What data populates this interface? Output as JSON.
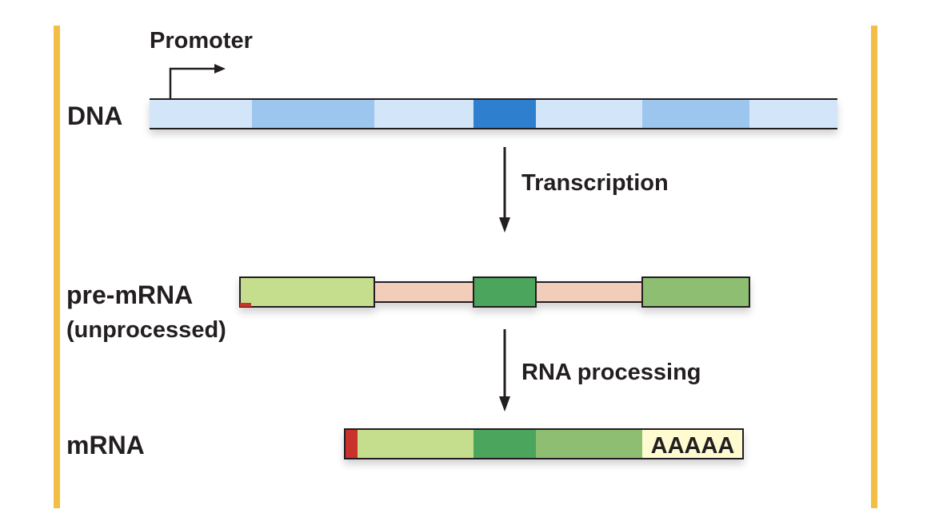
{
  "colors": {
    "border": "#F2BE45",
    "dna_light": "#D3E5F8",
    "dna_medium": "#9DC6EF",
    "dna_dark": "#2F80CF",
    "green_light": "#C5DE8E",
    "green_dark": "#4BA55B",
    "green_medium": "#8DBE71",
    "intron": "#F2CDBA",
    "cap": "#C9302C",
    "polyA_bg": "#FFFBD0",
    "text": "#231F20"
  },
  "labels": {
    "promoter": "Promoter",
    "dna": "DNA",
    "transcription": "Transcription",
    "pre_mrna": "pre-mRNA",
    "unprocessed": "(unprocessed)",
    "rna_processing": "RNA processing",
    "mrna": "mRNA",
    "poly_a": "AAAAA"
  }
}
